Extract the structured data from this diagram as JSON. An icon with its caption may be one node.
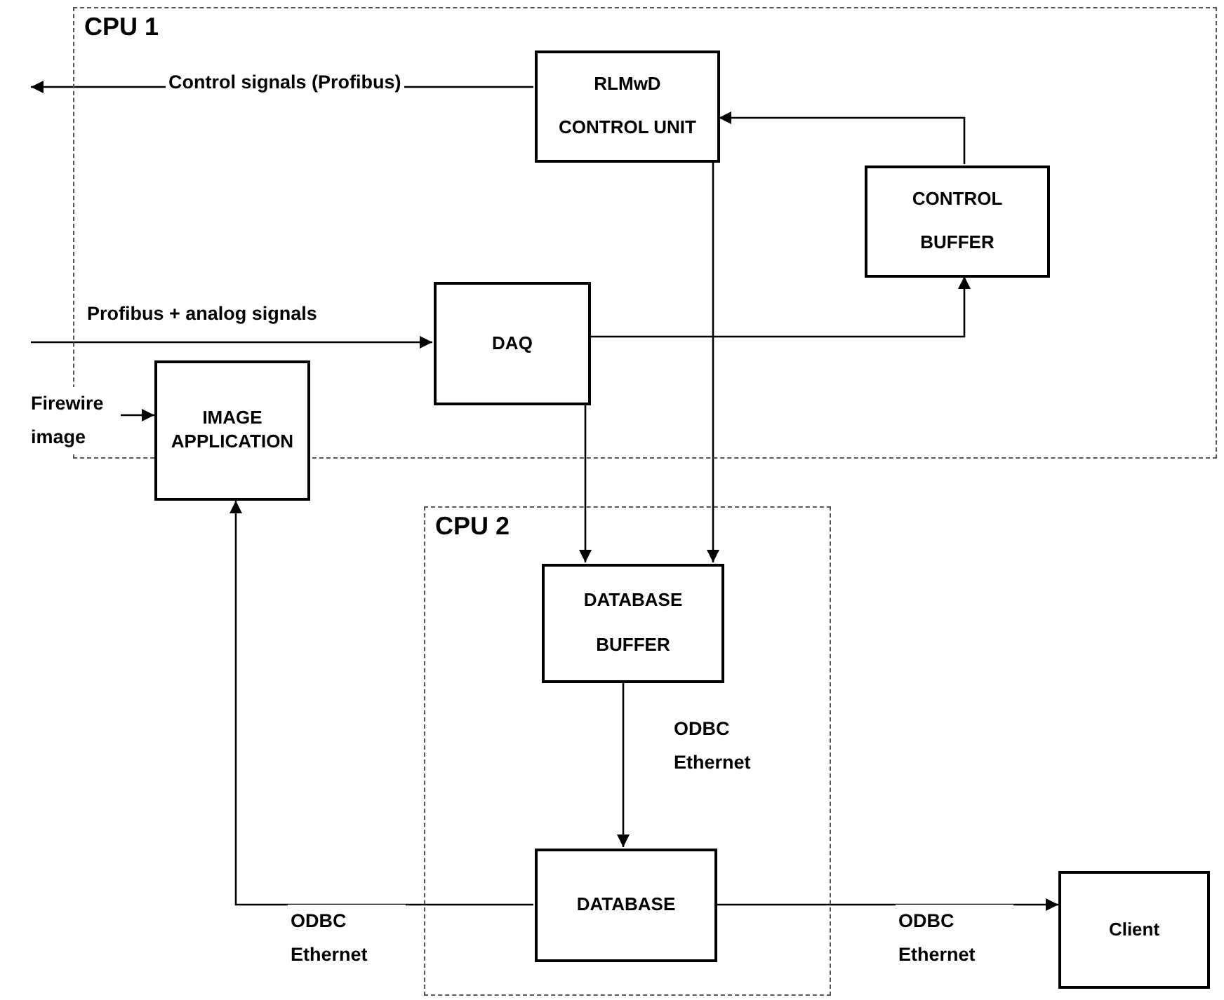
{
  "diagram": {
    "nodes": [
      {
        "text": [
          "CPU 1"
        ]
      },
      {
        "text": [
          "RLMwD",
          "CONTROL UNIT"
        ],
        "in": 0
      },
      {
        "text": [
          "CONTROL",
          "BUFFER"
        ],
        "in": 0
      },
      {
        "text": [
          "DAQ"
        ],
        "in": 0
      },
      {
        "text": [
          "CPU 2"
        ]
      },
      {
        "text": [
          "DATABASE",
          "BUFFER"
        ],
        "in": 4
      },
      {
        "text": [
          "IMAGE APPLICATION"
        ]
      },
      {
        "text": [
          "DATABASE"
        ],
        "in": 4
      },
      {
        "text": [
          "Client"
        ]
      }
    ],
    "edges": [
      {
        "from": 1,
        "to": null,
        "arrow": "to",
        "label": "Control signals (Profibus)"
      },
      {
        "from": null,
        "to": 3,
        "arrow": "to",
        "label": "Profibus + analog signals"
      },
      {
        "from": 2,
        "to": 1,
        "arrow": "to"
      },
      {
        "from": 3,
        "to": 2,
        "arrow": "to"
      },
      {
        "from": 3,
        "to": 5,
        "arrow": "to"
      },
      {
        "from": 1,
        "to": 5,
        "arrow": "to"
      },
      {
        "from": 5,
        "to": 7,
        "arrow": "to",
        "label": "ODBC Ethernet"
      },
      {
        "from": 7,
        "to": 6,
        "arrow": "to",
        "label": "ODBC Ethernet"
      },
      {
        "from": 7,
        "to": 8,
        "arrow": "to",
        "label": "ODBC Ethernet"
      },
      {
        "from": null,
        "to": 6,
        "arrow": "to",
        "label": "Firewire image"
      }
    ]
  }
}
